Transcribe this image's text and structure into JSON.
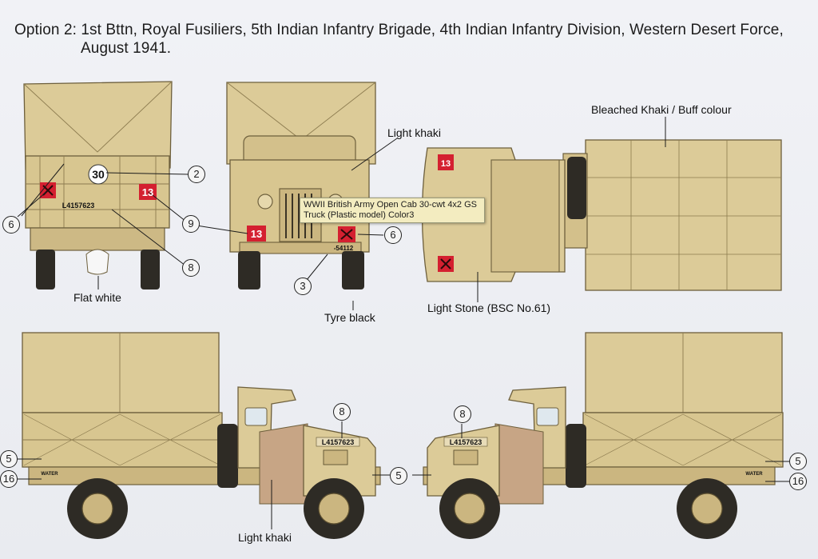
{
  "title": {
    "line1": "Option 2: 1st Bttn, Royal Fusiliers, 5th Indian Infantry Brigade, 4th Indian Infantry Division, Western Desert Force,",
    "line2": "August 1941."
  },
  "colour_labels": {
    "light_khaki_top": "Light  khaki",
    "bleached_khaki": "Bleached Khaki / Buff colour",
    "flat_white": "Flat white",
    "tyre_black": "Tyre black",
    "light_stone": "Light  Stone (BSC No.61)",
    "light_khaki_bottom": "Light  khaki"
  },
  "markings": {
    "bridge_class": "30",
    "unit_code": "13",
    "registration": "L4157623",
    "front_number": "-54112",
    "tailboard": "WATER"
  },
  "callouts": {
    "n2": "2",
    "n3": "3",
    "n5": "5",
    "n6": "6",
    "n8": "8",
    "n9": "9",
    "n16": "16"
  },
  "tooltip": "WWII British Army Open Cab 30-cwt 4x2 GS Truck (Plastic model) Color3",
  "colors": {
    "sand": "#dccb98",
    "sand_dark": "#c7b27a",
    "line": "#6d5f3c",
    "red_marking": "#d42030",
    "tyre": "#2e2b25",
    "background": "#eef0f4"
  }
}
